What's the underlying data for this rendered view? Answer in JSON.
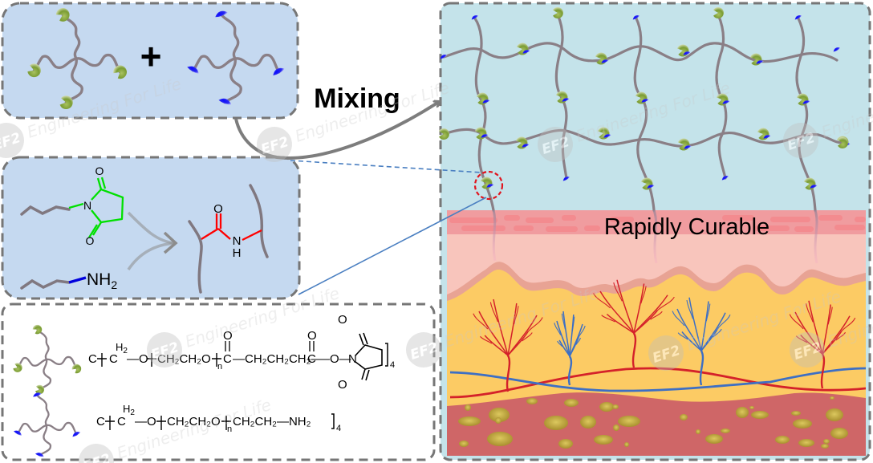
{
  "figure": {
    "description": "Rapidly curable adhesive hydrogel formed by mixing 4-arm PEG-NHS ester and 4-arm PEG-amine",
    "colors": {
      "panel_blue": "#c5d9f0",
      "network_bg": "#c4e3ea",
      "dashed_border": "#767676",
      "polymer_chain": "#8a7f86",
      "nhs_end_group": "#7fa23a",
      "amine_end_group": "#1c1cf0",
      "nhs_structure": "#00e000",
      "amine_structure": "#0000dd",
      "amide_structure": "#ff0000",
      "zoom_circle": "#e0141e",
      "connector_line": "#4a7fc1",
      "epidermis": "#ef9a9e",
      "dermis": "#f8c5bc",
      "subcutis": "#fccb64",
      "muscle": "#cf6667",
      "artery": "#d4212a",
      "vein": "#3d6fc4",
      "fat_globule": "#b49b36"
    }
  },
  "panel_precursors": {
    "plus_sign": "+",
    "items": [
      {
        "name": "4-arm PEG-NHS",
        "end_group": "NHS ester"
      },
      {
        "name": "4-arm PEG-NH2",
        "end_group": "amine"
      }
    ]
  },
  "mixing_arrow": {
    "label": "Mixing"
  },
  "panel_reaction": {
    "reactant_1": {
      "atoms": {
        "n": "N",
        "o_top": "O",
        "o_bottom": "O"
      },
      "group": "N-hydroxysuccinimide ester"
    },
    "reactant_2": {
      "label": "NH",
      "subscript": "2"
    },
    "product": {
      "atoms": {
        "o": "O",
        "n": "N",
        "h": "H"
      },
      "group": "amide bond"
    }
  },
  "panel_formulas": {
    "rows": [
      {
        "arm_type": "nhs",
        "formula": {
          "core": "C",
          "methylene_h": "H",
          "methylene_sub": "2",
          "methylene_c": "C",
          "ether": "—O",
          "repeat": "CH₂CH₂O",
          "repeat_index": "n",
          "carbonyl_1_c": "C",
          "carbonyl_1_o": "O",
          "linker": "—CH₂CH₂CH₂—",
          "carbonyl_2_c": "C",
          "carbonyl_2_o": "O",
          "ester_o": "—O—",
          "ring_n": "N",
          "ring_o_top": "O",
          "ring_o_bottom": "O",
          "arm_count": "4"
        }
      },
      {
        "arm_type": "amine",
        "formula": {
          "core": "C",
          "methylene_h": "H",
          "methylene_sub": "2",
          "methylene_c": "C",
          "ether": "—O",
          "repeat": "CH₂CH₂O",
          "repeat_index": "n",
          "tail": "CH₂CH₂—NH₂",
          "arm_count": "4"
        }
      }
    ]
  },
  "panel_network": {
    "label": "Rapidly Curable",
    "layers": [
      "hydrogel network",
      "epidermis",
      "dermis",
      "subcutaneous tissue",
      "muscle"
    ]
  },
  "watermark": {
    "logo": "EF2",
    "text": "Engineering For Life"
  }
}
